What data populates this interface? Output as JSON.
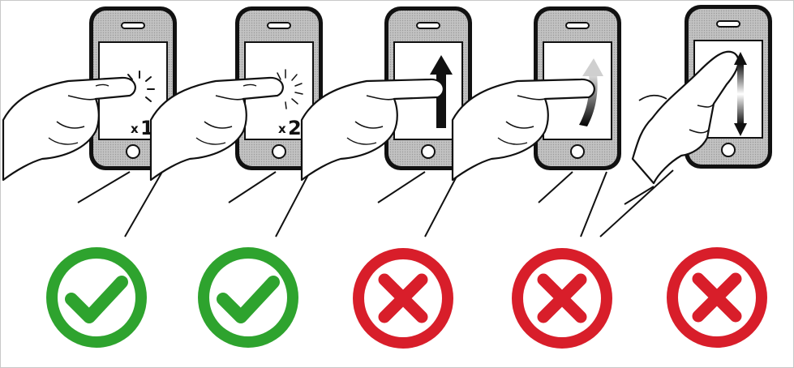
{
  "panels": [
    {
      "gesture": "single-tap",
      "multiplier": "x",
      "count": "1",
      "verdict": "allowed",
      "verdict_icon": "check-icon"
    },
    {
      "gesture": "double-tap",
      "multiplier": "x",
      "count": "2",
      "verdict": "allowed",
      "verdict_icon": "check-icon"
    },
    {
      "gesture": "swipe-up",
      "verdict": "not-allowed",
      "verdict_icon": "cross-icon"
    },
    {
      "gesture": "swipe-curve",
      "verdict": "not-allowed",
      "verdict_icon": "cross-icon"
    },
    {
      "gesture": "two-finger-slide",
      "verdict": "not-allowed",
      "verdict_icon": "cross-icon"
    }
  ],
  "colors": {
    "allowed": "#2ea32e",
    "not_allowed": "#d81e2a",
    "phone_body": "#b4b4b4",
    "phone_outline": "#111111",
    "screen": "#ffffff"
  }
}
